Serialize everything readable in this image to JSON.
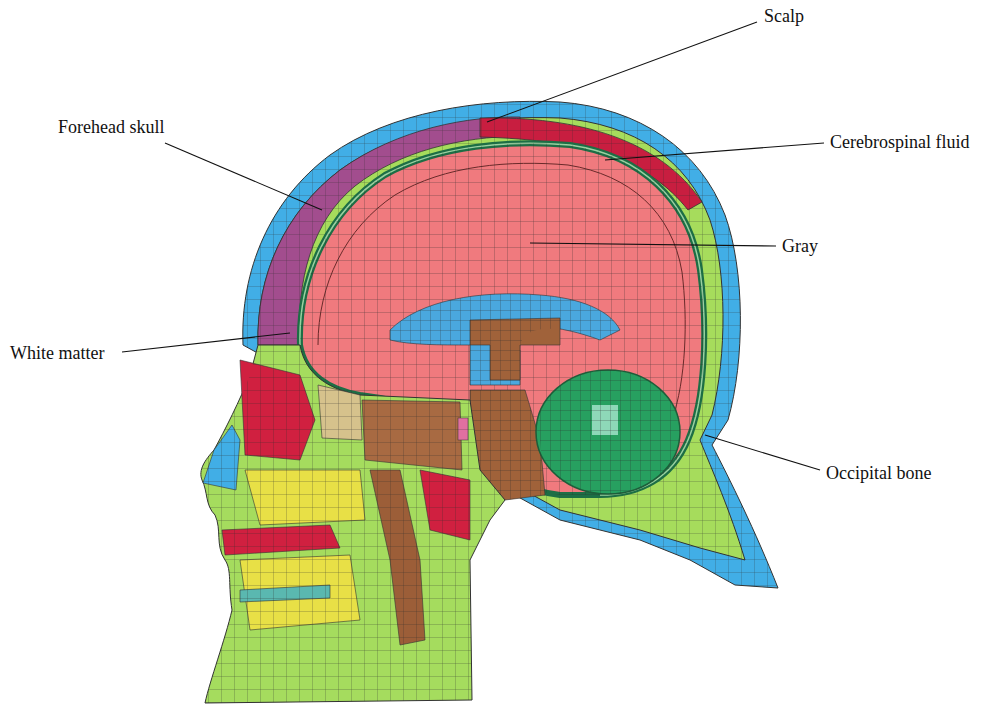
{
  "diagram": {
    "labels": [
      "Scalp",
      "Forehead skull",
      "Cerebrospinal fluid",
      "Gray",
      "White matter",
      "Occipital bone"
    ]
  }
}
